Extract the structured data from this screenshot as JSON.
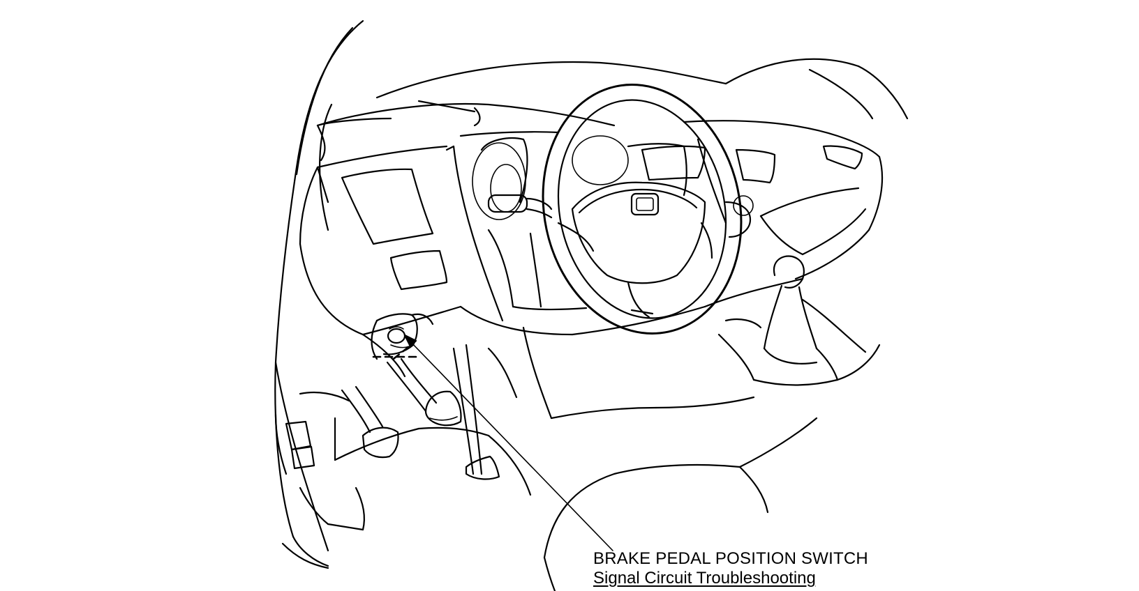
{
  "figure": {
    "callout_label": "BRAKE PEDAL POSITION SWITCH",
    "link_label": "Signal Circuit Troubleshooting"
  },
  "icons": {
    "illustration": "car-interior-line-drawing",
    "leader": "leader-arrow"
  },
  "colors": {
    "line": "#000000",
    "background": "#ffffff"
  }
}
